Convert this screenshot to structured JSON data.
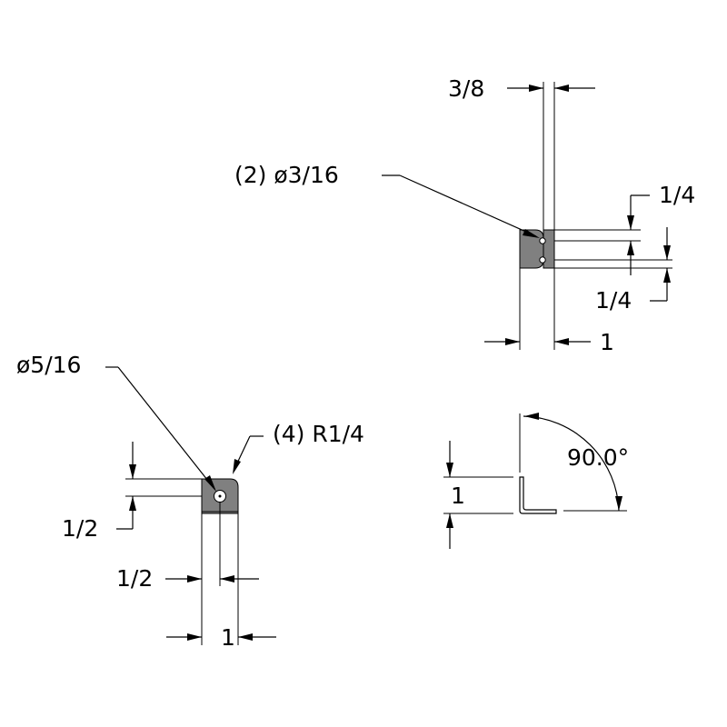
{
  "drawing": {
    "view_top": {
      "label_width": "3/8",
      "label_holes": "(2) ø3/16",
      "label_hole_offset_top": "1/4",
      "label_hole_offset_bottom": "1/4",
      "label_leg": "1"
    },
    "view_bottom_left": {
      "label_hole_dia": "ø5/16",
      "label_radius": "(4) R1/4",
      "label_hole_offset_v": "1/2",
      "label_hole_offset_h": "1/2",
      "label_leg": "1"
    },
    "view_angle": {
      "label_angle": "90.0°",
      "label_height": "1"
    }
  },
  "colors": {
    "part_fill": "#808080",
    "line": "#000000",
    "background": "#ffffff"
  }
}
